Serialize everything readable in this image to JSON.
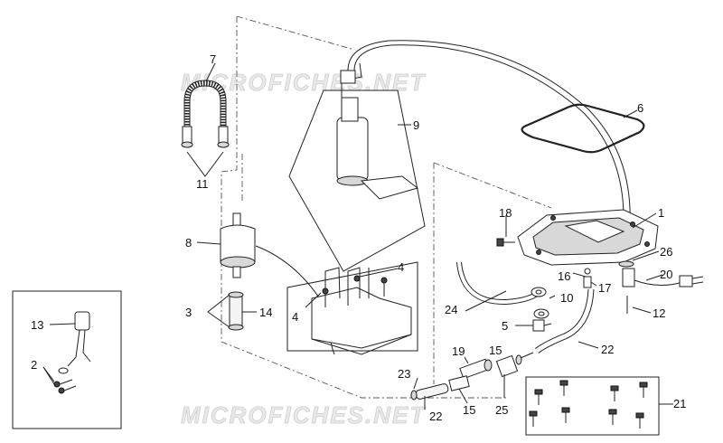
{
  "watermark": {
    "top": "MICROFICHES.NET",
    "bottom": "MICROFICHES.NET"
  },
  "callouts": {
    "c1": "1",
    "c2": "2",
    "c3": "3",
    "c4a": "4",
    "c4b": "4",
    "c5": "5",
    "c6": "6",
    "c7": "7",
    "c8": "8",
    "c9": "9",
    "c10": "10",
    "c11": "11",
    "c12": "12",
    "c13": "13",
    "c14": "14",
    "c15a": "15",
    "c15b": "15",
    "c16": "16",
    "c17": "17",
    "c18": "18",
    "c19": "19",
    "c20": "20",
    "c21": "21",
    "c22a": "22",
    "c22b": "22",
    "c23": "23",
    "c24": "24",
    "c25": "25",
    "c26": "26"
  }
}
